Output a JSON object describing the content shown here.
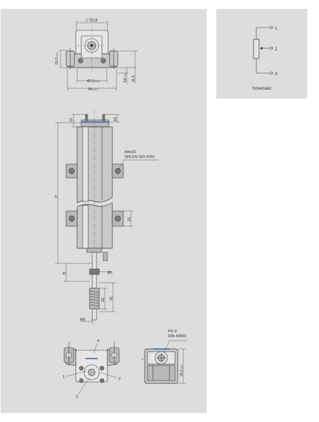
{
  "top_view": {
    "dim_square": "□ 31,8",
    "dim_height": "19,5",
    "dim_height_tol": "±0,3",
    "dim_width": "42,5",
    "dim_width_tol": "±0,2",
    "dim_3_8": "3,8",
    "dim_3_8_tol": "+0,4",
    "dim_11_5": "11,5",
    "dim_overall": "58",
    "dim_overall_tol": "±0,3"
  },
  "side_view": {
    "dim_12": "12",
    "dim_10": "10",
    "screw_label_1": "M4x20",
    "screw_label_2": "DIN EN ISO 4762",
    "dim_A": "A",
    "dim_15": "15",
    "dim_B": "B",
    "dim_rod": "Ø6",
    "dim_20": "20",
    "dim_31": "31",
    "dim_M6": "M6"
  },
  "bottom_view": {
    "callout_1": "1",
    "callout_2": "2",
    "callout_3": "3",
    "callout_4": "4"
  },
  "end_view": {
    "gland_label_1": "PG 9",
    "gland_label_2": "DIN 43650",
    "dim_34": "34,2",
    "dim_34_tol": "±0,5",
    "dim_1": "1"
  },
  "schematic": {
    "pin_1": "1",
    "pin_2": "2",
    "pin_3": "3",
    "caption": "Schematic"
  }
}
